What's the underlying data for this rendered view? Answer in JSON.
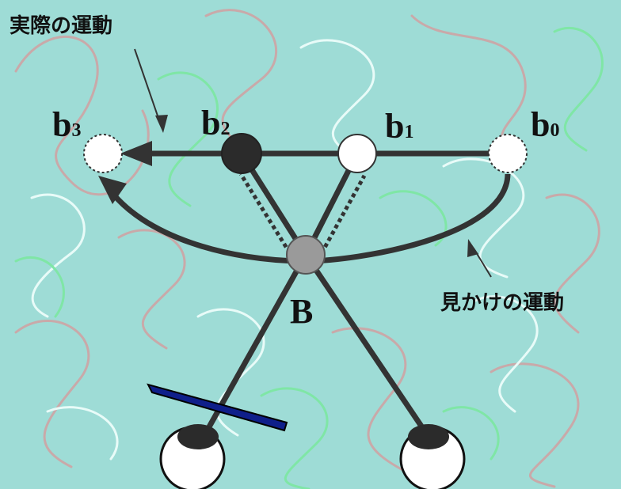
{
  "labels": {
    "actual_motion": "実際の運動",
    "apparent_motion": "見かけの運動",
    "pivot": "B"
  },
  "points": [
    {
      "base": "b",
      "sub": "3"
    },
    {
      "base": "b",
      "sub": "2"
    },
    {
      "base": "b",
      "sub": "1"
    },
    {
      "base": "b",
      "sub": "0"
    }
  ],
  "colors": {
    "background": "#9edcd6",
    "line": "#333333",
    "filled_disc": "#2b2b2b",
    "pivot_disc": "#9a9a9a",
    "occluder": "#0f1f8a",
    "squiggle_gray": "#c9a9a9",
    "squiggle_white": "#e8fbf8",
    "squiggle_green": "#7fe6a6"
  }
}
